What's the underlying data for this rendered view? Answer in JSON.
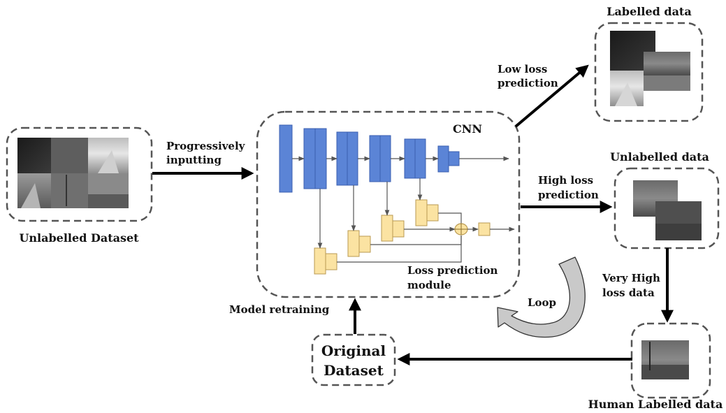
{
  "labels": {
    "labelled_data": "Labelled data",
    "low_loss_1": "Low loss",
    "low_loss_2": "prediction",
    "cnn": "CNN",
    "progressively_1": "Progressively",
    "progressively_2": "inputting",
    "unlabelled_dataset": "Unlabelled Dataset",
    "unlabelled_data": "Unlabelled data",
    "high_loss_1": "High loss",
    "high_loss_2": "prediction",
    "loss_module_1": "Loss prediction",
    "loss_module_2": "module",
    "very_high_1": "Very High",
    "very_high_2": "loss data",
    "loop": "Loop",
    "model_retraining": "Model retraining",
    "original_1": "Original",
    "original_2": "Dataset",
    "human_labelled": "Human Labelled data"
  },
  "colors": {
    "cnn_block": "#5b84d6",
    "loss_block": "#fbe3a2",
    "loop_arrow": "#c9c9c9"
  }
}
